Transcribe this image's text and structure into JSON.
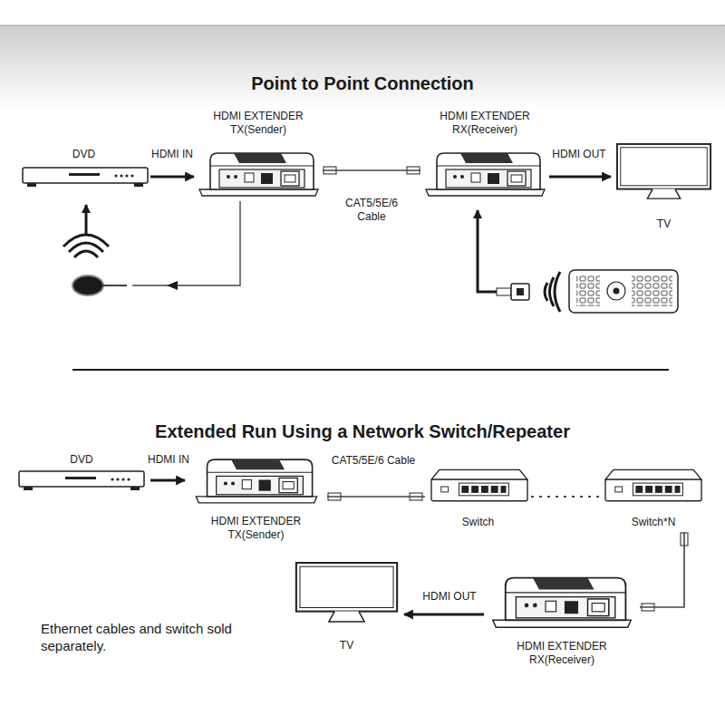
{
  "diagram": {
    "title": "Point to Point Connection",
    "nodes": [
      {
        "text": [
          "DVD"
        ]
      },
      {
        "text": [
          "HDMI EXTENDER TX(Sender)"
        ]
      },
      {
        "text": [
          "HDMI EXTENDER RX(Receiver)"
        ]
      },
      {
        "text": [
          "TV"
        ]
      },
      {
        "text": [
          "DVD"
        ]
      },
      {
        "text": [
          "HDMI EXTENDER TX(Sender)"
        ]
      },
      {
        "text": [
          "Switch"
        ]
      },
      {
        "text": [
          "Switch*N"
        ]
      },
      {
        "text": [
          "HDMI EXTENDER RX(Receiver)"
        ]
      },
      {
        "text": [
          "TV"
        ]
      }
    ],
    "edges": [
      {
        "from": 0,
        "to": 1,
        "arrow": "to",
        "label": "HDMI IN"
      },
      {
        "from": 1,
        "to": 2,
        "arrow": "none",
        "label": "CAT5/5E/6 Cable"
      },
      {
        "from": 2,
        "to": 3,
        "arrow": "to",
        "label": "HDMI OUT"
      },
      {
        "from": 4,
        "to": 5,
        "arrow": "to",
        "label": "HDMI IN"
      },
      {
        "from": 5,
        "to": 6,
        "arrow": "none",
        "label": "CAT5/5E/6 Cable"
      },
      {
        "from": 6,
        "to": 7,
        "arrow": "none"
      },
      {
        "from": 7,
        "to": 8,
        "arrow": "none"
      },
      {
        "from": 8,
        "to": 9,
        "arrow": "to",
        "label": "HDMI OUT"
      }
    ],
    "labels": [
      "Extended Run Using a Network Switch/Repeater",
      "Ethernet cables and switch sold separately."
    ]
  }
}
